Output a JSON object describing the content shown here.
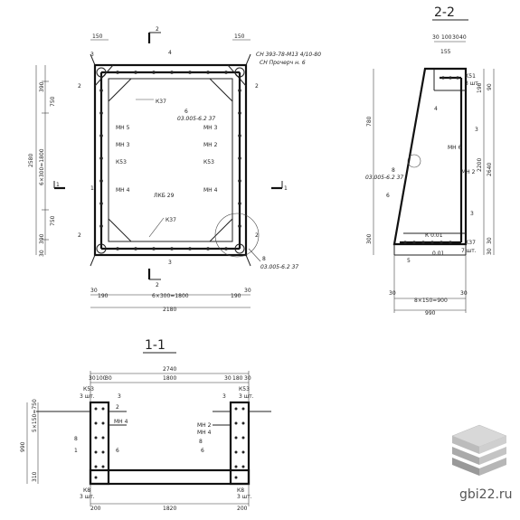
{
  "plan": {
    "section_marks": {
      "top": "2",
      "bottom": "2",
      "left": "1",
      "right": "1"
    },
    "top_dims": [
      "150",
      "150"
    ],
    "note_top_right": "СН 393-78-М13 4/10-80",
    "note_top_right_2": "СН Прочерч н. 6",
    "left_dims": [
      "390",
      "750",
      "6×300=1800",
      "750",
      "390",
      "30"
    ],
    "left_total": "2580",
    "labels": {
      "k37_top": "К37",
      "mn5": "МН 5",
      "mn3": "МН 3",
      "k53_left": "К53",
      "mn4_left": "МН 4",
      "mn3_right": "МН 3",
      "mn2_right": "МН 2",
      "k53_right": "К53",
      "mn4_right": "МН 4",
      "lkb": "ЛКБ 29",
      "k37_bottom": "К37",
      "num4": "4",
      "num3": "3",
      "num2a": "2",
      "num2b": "2",
      "num2c": "2",
      "num2d": "2",
      "num6": "6",
      "num1": "1",
      "num3b": "3",
      "num8": "8",
      "ref_6": "03.005-6.2 37",
      "ref_8": "03.005-6.2 37"
    },
    "bottom_dims": [
      "30",
      "190",
      "6×300=1800",
      "190",
      "30"
    ],
    "bottom_total": "2180"
  },
  "section22": {
    "title": "2-2",
    "top_dims": [
      "30",
      "100",
      "30",
      "40"
    ],
    "dim_155": "155",
    "labels": {
      "k51": "К51",
      "shp": "3 шт.",
      "num4": "4",
      "num3": "3",
      "mn6": "МН 6",
      "mn2": "МН 2",
      "num8": "8",
      "ref": "03.005-6.2 37",
      "num6": "6",
      "num3b": "3",
      "k37": "К37",
      "shp2": "7 шт.",
      "num5": "5",
      "k001": "К 0.01",
      "k001b": "0.01"
    },
    "left_dims": [
      "780",
      "300"
    ],
    "right_dims": [
      "2200",
      "2640"
    ],
    "right_small": [
      "90",
      "190",
      "30",
      "30"
    ],
    "bottom_dims": [
      "30",
      "8×150=900",
      "30"
    ],
    "bottom_total": "990"
  },
  "section11": {
    "title": "1-1",
    "top_total": "2740",
    "top_dims": [
      "30",
      "100",
      "30",
      "1800",
      "30",
      "180",
      "30"
    ],
    "labels": {
      "k53_left": "К53",
      "shp_left": "3 шт.",
      "num3_left": "3",
      "num2_left": "2",
      "mn4_left": "МН 4",
      "num8": "8",
      "num1": "1",
      "num3_right": "3",
      "k53_right": "К53",
      "shp_right": "3 шт.",
      "mn2_right": "МН 2",
      "mn4_right": "МН 4",
      "num8_right": "8",
      "num6": "6",
      "num6b": "6",
      "k8_left": "К8",
      "shp_k8_left": "3 шт.",
      "k8_right": "К8",
      "shp_k8_right": "3 шт."
    },
    "left_dims": [
      "5×150=750",
      "310"
    ],
    "left_total": "990",
    "bottom_dims": [
      "200",
      "1820",
      "200"
    ]
  },
  "watermark": "gbi22.ru"
}
